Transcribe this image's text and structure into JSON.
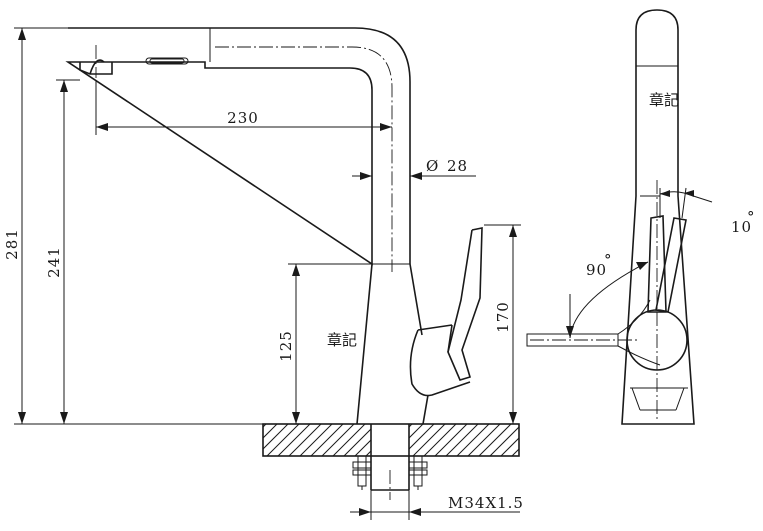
{
  "dimensions": {
    "overall_height": "281",
    "spout_height": "241",
    "reach": "230",
    "spout_diameter": "28",
    "body_height": "125",
    "handle_height": "170",
    "thread": "M34X1.5"
  },
  "angles": {
    "rotation": "90",
    "tilt": "10"
  },
  "symbols": {
    "diameter": "Ø",
    "degree": "°"
  },
  "stamps": {
    "front_view": "章記",
    "side_view": "章記"
  }
}
